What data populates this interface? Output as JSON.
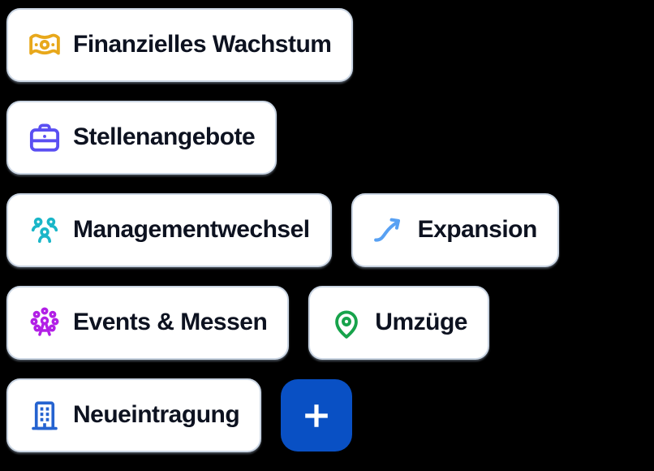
{
  "theme": {
    "background": "#000000",
    "chip_background": "#ffffff",
    "chip_border": "#c9d4e2",
    "label_color": "#0d1220"
  },
  "chips": [
    {
      "label": "Finanzielles Wachstum",
      "icon": "banknote-icon",
      "icon_color": "#e8a81b"
    },
    {
      "label": "Stellenangebote",
      "icon": "briefcase-icon",
      "icon_color": "#5a4ff2"
    },
    {
      "label": "Managementwechsel",
      "icon": "team-icon",
      "icon_color": "#1ab6c8"
    },
    {
      "label": "Expansion",
      "icon": "trending-up-icon",
      "icon_color": "#58a1f3"
    },
    {
      "label": "Events & Messen",
      "icon": "ferris-wheel-icon",
      "icon_color": "#b220e6"
    },
    {
      "label": "Umzüge",
      "icon": "map-pin-icon",
      "icon_color": "#17a34b"
    },
    {
      "label": "Neueintragung",
      "icon": "building-icon",
      "icon_color": "#2563d0"
    }
  ],
  "add_button": {
    "label": "+",
    "background": "#0950c4",
    "plus_color": "#ffffff"
  }
}
